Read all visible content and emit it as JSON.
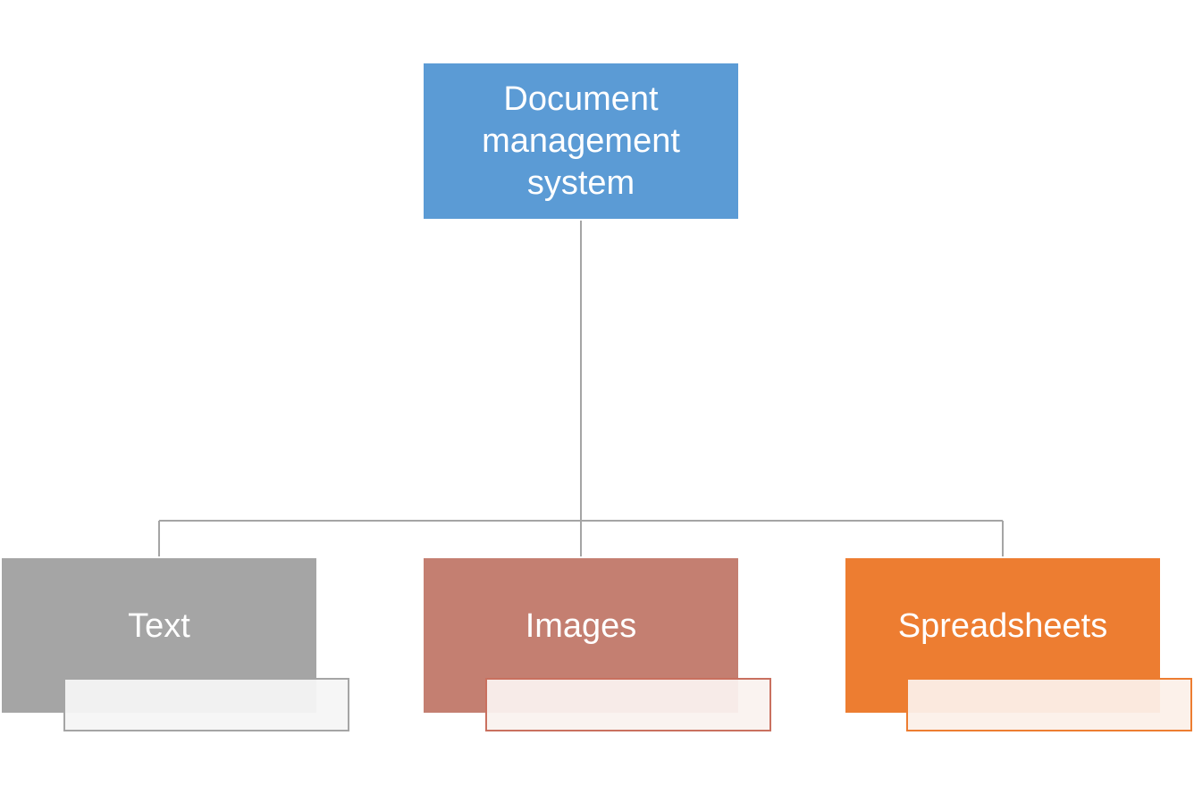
{
  "root": {
    "label": "Document management system",
    "color": "#5b9bd5"
  },
  "connector_color": "#a5a5a5",
  "children": [
    {
      "label": "Text",
      "color": "#a5a5a5",
      "sub_border": "#a5a5a5",
      "sub_fill": "rgba(245,245,245,0.94)"
    },
    {
      "label": "Images",
      "color": "#c47f71",
      "sub_border": "#c9705f",
      "sub_fill": "rgba(250,242,239,0.94)"
    },
    {
      "label": "Spreadsheets",
      "color": "#ed7d31",
      "sub_border": "#ed7d31",
      "sub_fill": "rgba(252,240,233,0.94)"
    }
  ]
}
